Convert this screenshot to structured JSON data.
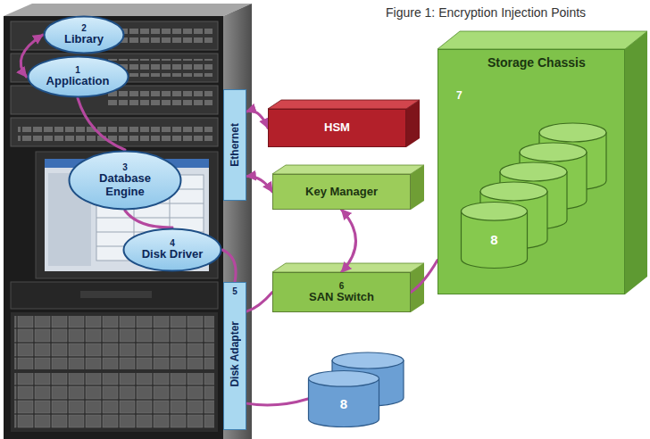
{
  "diagram": {
    "title": "Figure 1: Encryption Injection Points",
    "nodes": [
      {
        "text": [
          "2",
          "Library"
        ]
      },
      {
        "text": [
          "1",
          "Application"
        ]
      },
      {
        "text": [
          "Ethernet"
        ]
      },
      {
        "text": [
          "HSM"
        ]
      },
      {
        "text": [
          "Storage Chassis",
          "7"
        ]
      },
      {
        "text": [
          "8"
        ],
        "in": 4
      },
      {
        "text": [
          "Key Manager"
        ]
      },
      {
        "text": [
          "3",
          "Database Engine"
        ]
      },
      {
        "text": [
          "4",
          "Disk Driver"
        ]
      },
      {
        "text": [
          "6",
          "SAN Switch"
        ]
      },
      {
        "text": [
          "5",
          "Disk Adapter"
        ]
      },
      {
        "text": [
          "8"
        ]
      }
    ],
    "edges": [
      {
        "from": 1,
        "to": 0,
        "arrow": "both"
      },
      {
        "from": 1,
        "to": 7,
        "arrow": "none"
      },
      {
        "from": 7,
        "to": 8,
        "arrow": "none"
      },
      {
        "from": 8,
        "to": 10,
        "arrow": "none"
      },
      {
        "from": 2,
        "to": 3,
        "arrow": "both"
      },
      {
        "from": 2,
        "to": 6,
        "arrow": "both"
      },
      {
        "from": 6,
        "to": 9,
        "arrow": "both"
      },
      {
        "from": 10,
        "to": 9,
        "arrow": "none"
      },
      {
        "from": 9,
        "to": 4,
        "arrow": "none"
      },
      {
        "from": 10,
        "to": 11,
        "arrow": "none"
      }
    ]
  }
}
